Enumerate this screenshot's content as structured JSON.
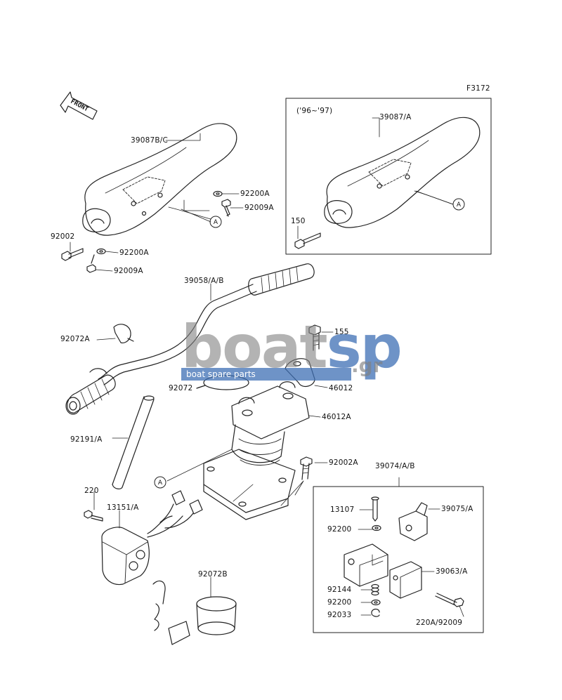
{
  "figure_code": "F3172",
  "front_label": "FRONT",
  "inset_years": "('96~'97)",
  "parts": {
    "p39087bc": "39087B/C",
    "p92200a_top": "92200A",
    "p92009a_top": "92009A",
    "p92002": "92002",
    "p92200a_bot": "92200A",
    "p92009a_bot": "92009A",
    "p39087a": "39087/A",
    "p150": "150",
    "p39058": "39058/A/B",
    "p92072a": "92072A",
    "p155": "155",
    "p92072": "92072",
    "p46012": "46012",
    "p46012a": "46012A",
    "p92191": "92191/A",
    "p92002a": "92002A",
    "p220": "220",
    "p13151": "13151/A",
    "p92072b": "92072B",
    "p39074": "39074/A/B",
    "p13107": "13107",
    "p39075": "39075/A",
    "p92200": "92200",
    "p39063": "39063/A",
    "p92144": "92144",
    "p92200_2": "92200",
    "p92033": "92033",
    "p220a": "220A/92009"
  },
  "ref_marker": "A",
  "watermark": {
    "main": "boat",
    "accent": "sp",
    "domain": ".gr",
    "subtitle": "boat spare parts",
    "color_grey": "#8a8a8a",
    "color_blue": "#3d6fb4"
  }
}
